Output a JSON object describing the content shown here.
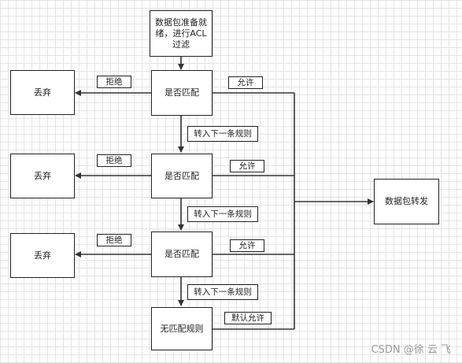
{
  "nodes": {
    "start": "数据包准备就绪，进行ACL过滤",
    "match1": "是否匹配",
    "match2": "是否匹配",
    "match3": "是否匹配",
    "nomatch": "无匹配规则",
    "drop1": "丢弃",
    "drop2": "丢弃",
    "drop3": "丢弃",
    "forward": "数据包转发"
  },
  "labels": {
    "deny1": "拒绝",
    "deny2": "拒绝",
    "deny3": "拒绝",
    "allow1": "允许",
    "allow2": "允许",
    "allow3": "允许",
    "default_allow": "默认允许",
    "next1": "转入下一条规则",
    "next2": "转入下一条规则",
    "next3": "转入下一条规则"
  },
  "watermark": "CSDN @徐 云 飞"
}
